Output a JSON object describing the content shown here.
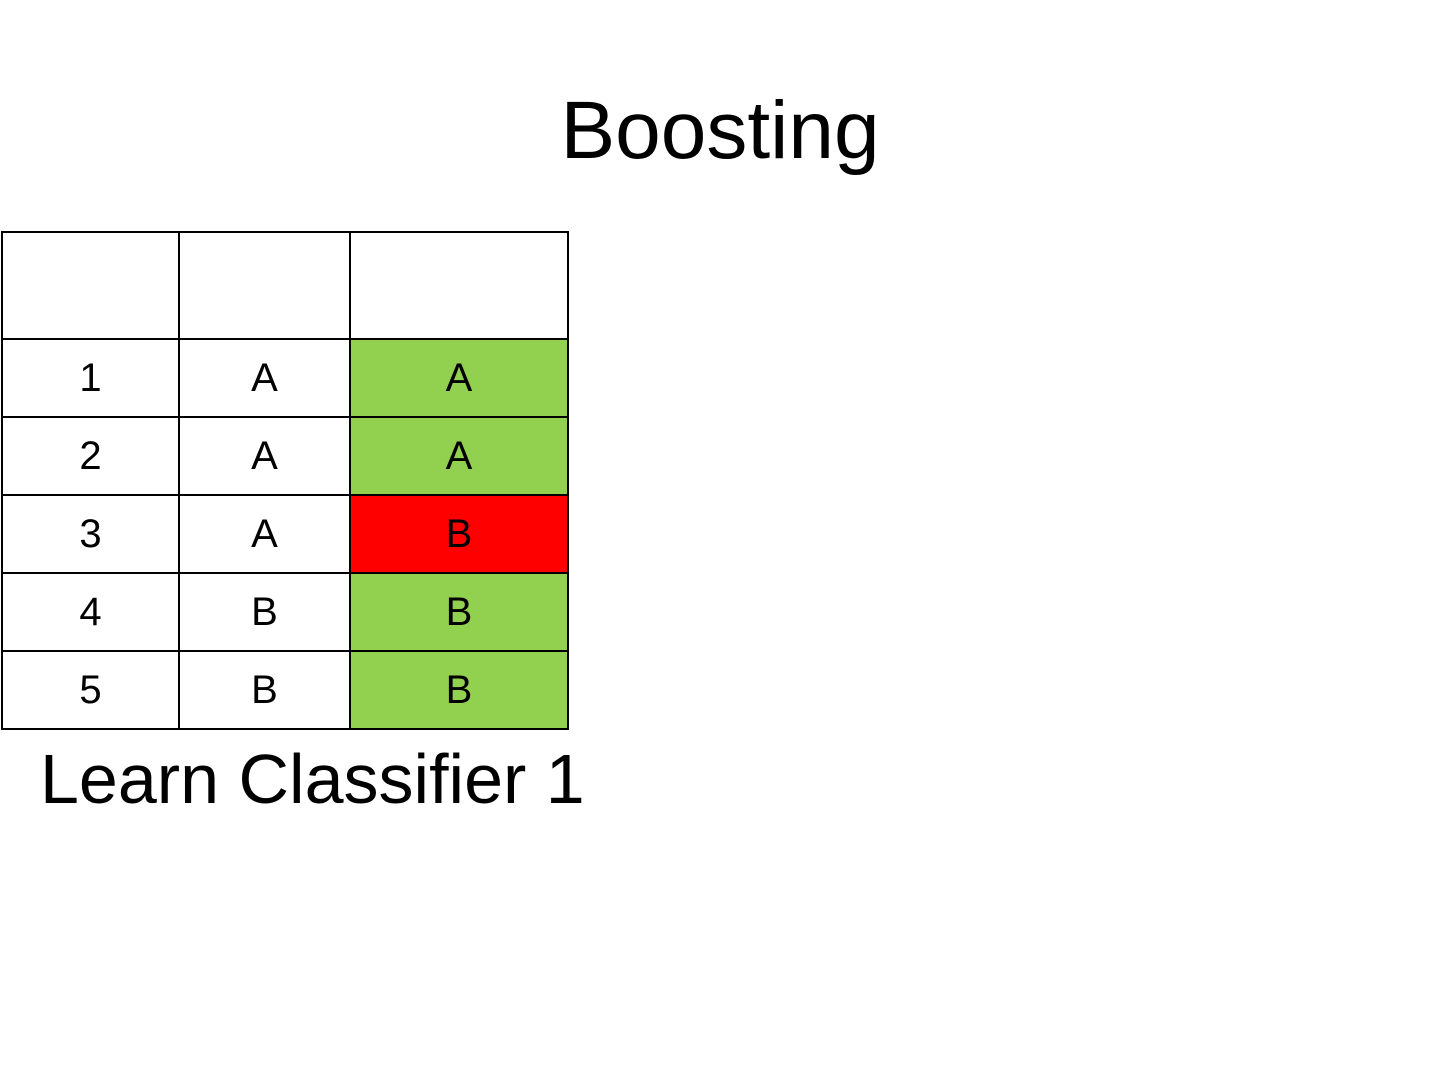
{
  "slide": {
    "title": "Boosting",
    "caption": "Learn Classifier 1"
  },
  "colors": {
    "correct": "#92D050",
    "wrong": "#FF0000",
    "border": "#000000",
    "text": "#000000",
    "background": "#FFFFFF"
  },
  "table": {
    "header": [
      "",
      "",
      ""
    ],
    "rows": [
      {
        "cells": [
          "1",
          "A",
          "A"
        ],
        "result": "correct"
      },
      {
        "cells": [
          "2",
          "A",
          "A"
        ],
        "result": "correct"
      },
      {
        "cells": [
          "3",
          "A",
          "B"
        ],
        "result": "wrong"
      },
      {
        "cells": [
          "4",
          "B",
          "B"
        ],
        "result": "correct"
      },
      {
        "cells": [
          "5",
          "B",
          "B"
        ],
        "result": "correct"
      }
    ]
  }
}
